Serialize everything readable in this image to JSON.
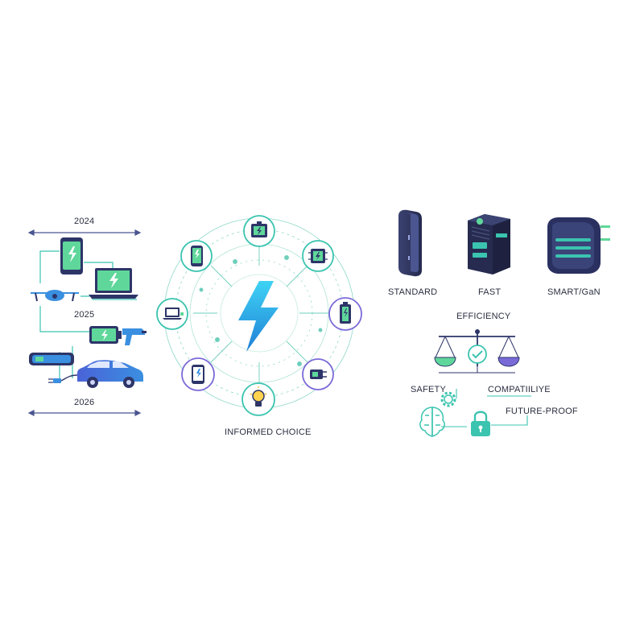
{
  "timeline": {
    "years": [
      "2024",
      "2025",
      "2026"
    ],
    "icons": [
      "smartphone-icon",
      "laptop-icon",
      "drone-icon",
      "battery-icon",
      "power-tool-icon",
      "power-bank-icon",
      "electric-car-icon"
    ]
  },
  "hub": {
    "caption": "INFORMED CHOICE",
    "center_icon": "lightning-bolt-icon",
    "nodes": [
      "battery-icon",
      "chip-icon",
      "battery-icon",
      "plug-icon",
      "lightbulb-icon",
      "tablet-icon",
      "laptop-icon",
      "smartphone-icon"
    ]
  },
  "chargers": [
    {
      "label": "STANDARD"
    },
    {
      "label": "FAST"
    },
    {
      "label": "SMART/GaN"
    }
  ],
  "criteria": {
    "efficiency": "EFFICIENCY",
    "safety": "SAFETY",
    "compatibility": "COMPATIILIYE",
    "future_proof": "FUTURE-PROOF"
  },
  "colors": {
    "navy": "#2d3568",
    "teal": "#3bc4b0",
    "blue": "#3a8fe0",
    "purple": "#7a6ad8",
    "green": "#5fd79a"
  }
}
